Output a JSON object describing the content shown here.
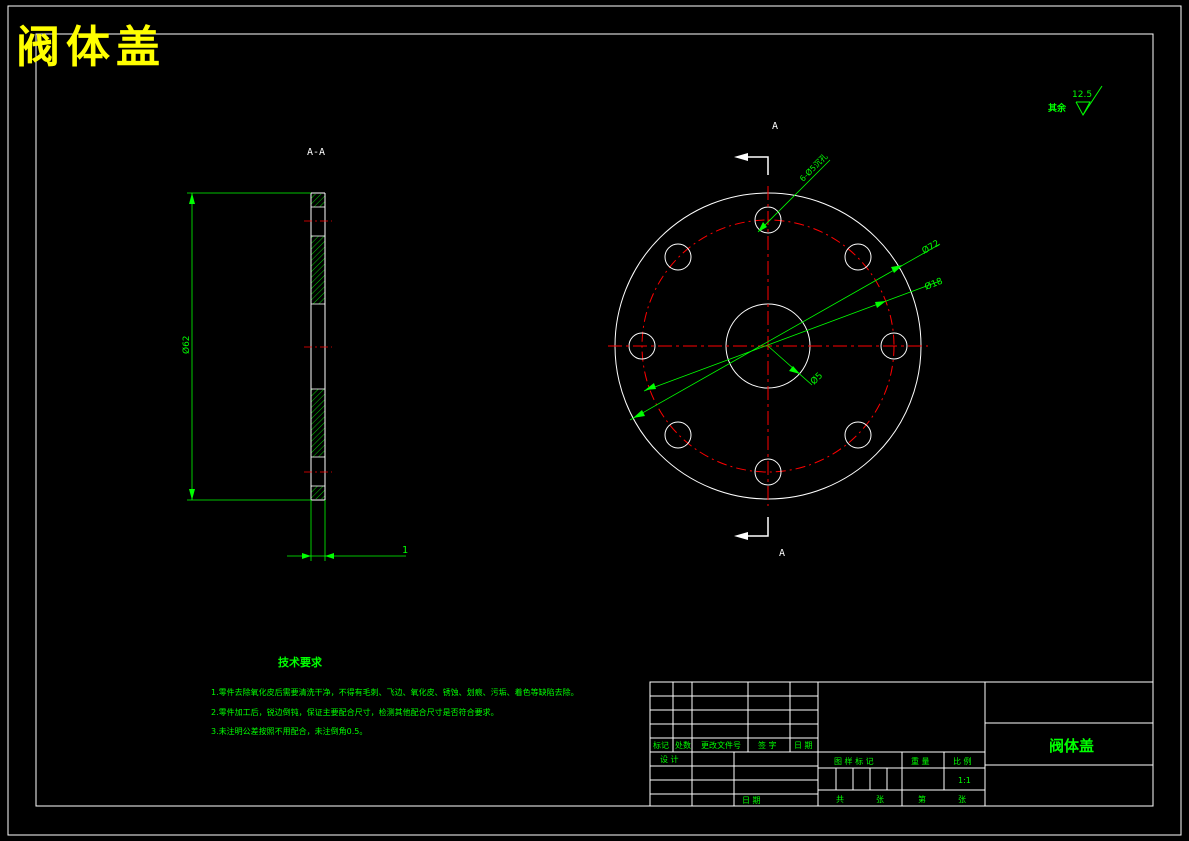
{
  "title": "阀体盖",
  "section_view": {
    "label": "A-A",
    "dim_diameter": "Ø62",
    "dim_thickness": "1"
  },
  "plan_view": {
    "section_mark_top": "A",
    "section_mark_bottom": "A",
    "dim_holes": "6-Ø5沉孔",
    "dim_outer": "Ø72",
    "dim_bolt_circle": "Ø18",
    "dim_center": "Ø5"
  },
  "roughness": {
    "prefix": "其余",
    "value": "12.5"
  },
  "tech_requirements": {
    "heading": "技术要求",
    "items": [
      "1.零件去除氧化皮后需要清洗干净，不得有毛刺、飞边、氧化皮、锈蚀、划痕、污垢、着色等缺陷去除。",
      "2.零件加工后，锐边倒钝，保证主要配合尺寸，检测其他配合尺寸是否符合要求。",
      "3.未注明公差按照不用配合，未注倒角0.5。"
    ]
  },
  "title_block": {
    "part_name": "阀体盖",
    "rev_headers": [
      "标记",
      "处数",
      "更改文件号",
      "签 字",
      "日 期"
    ],
    "row_design": "设 计",
    "row_approve": "日 期",
    "col_stage": "图 样 标 记",
    "col_weight": "重 量",
    "col_scale": "比 例",
    "scale_value": "1:1",
    "sheet_total": "共",
    "sheet_total_unit": "张",
    "sheet_no": "第",
    "sheet_no_unit": "张"
  },
  "colors": {
    "outline": "#ffffff",
    "dimension": "#00ff00",
    "centerline": "#ff0000",
    "title": "#ffff00"
  }
}
